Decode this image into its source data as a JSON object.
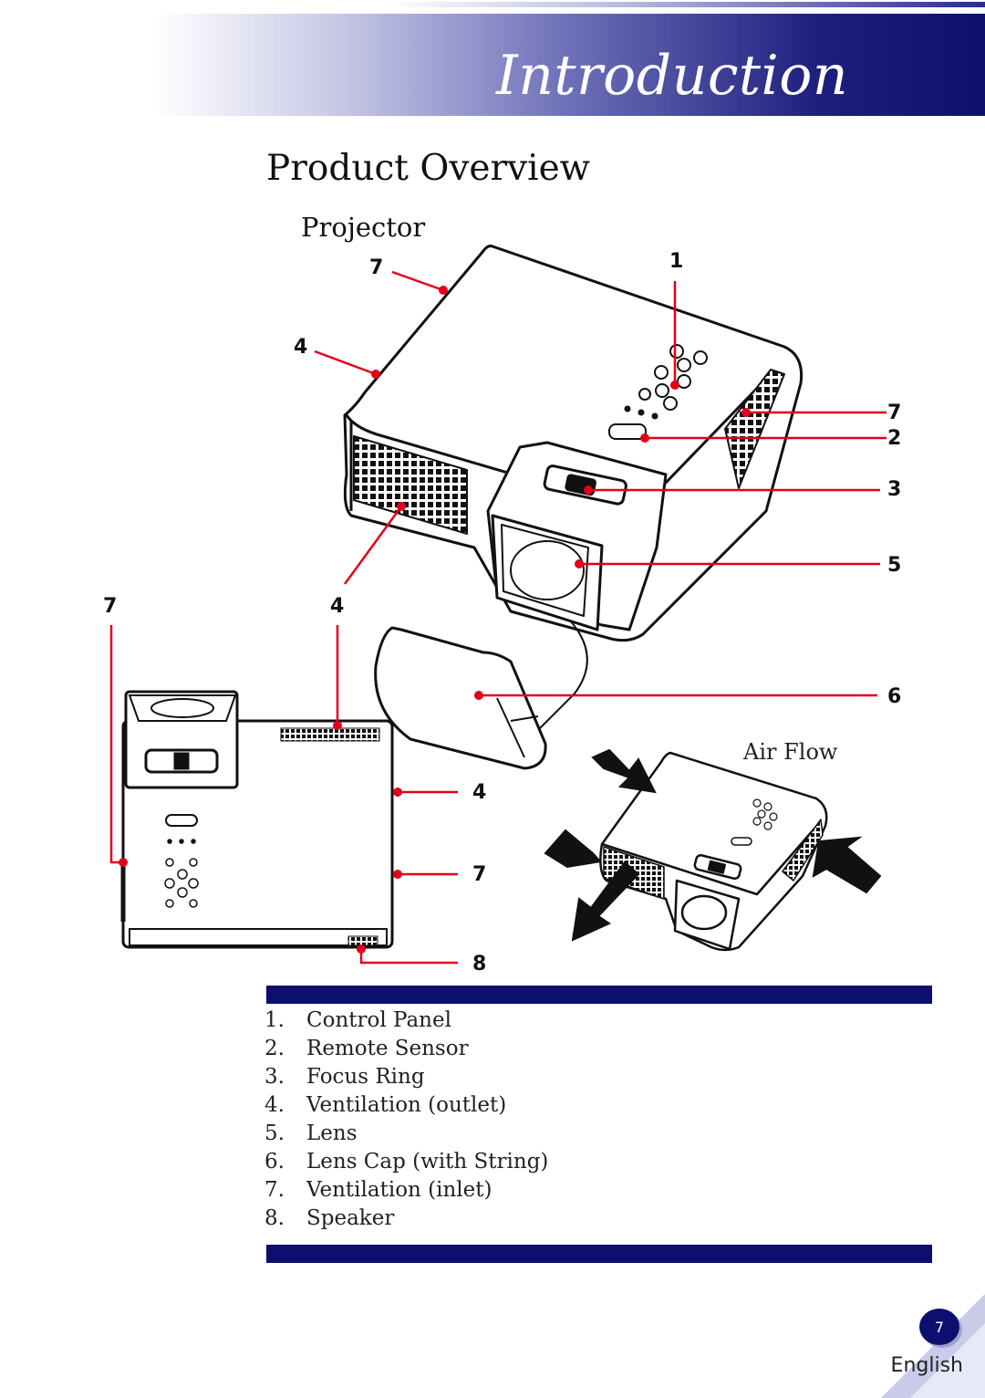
{
  "header": {
    "title": "Introduction"
  },
  "page": {
    "title": "Product Overview",
    "section": "Projector"
  },
  "callouts": {
    "top_7": "7",
    "top_4": "4",
    "top_1": "1",
    "right_7": "7",
    "right_2": "2",
    "right_3": "3",
    "right_5": "5",
    "right_6": "6",
    "left_7": "7",
    "left_4": "4",
    "bottom_4": "4",
    "bottom_7": "7",
    "bottom_8": "8"
  },
  "airflow": {
    "label": "Air Flow"
  },
  "legend": {
    "items": [
      {
        "num": "1.",
        "label": "Control Panel"
      },
      {
        "num": "2.",
        "label": "Remote Sensor"
      },
      {
        "num": "3.",
        "label": "Focus Ring"
      },
      {
        "num": "4.",
        "label": "Ventilation (outlet)"
      },
      {
        "num": "5.",
        "label": "Lens"
      },
      {
        "num": "6.",
        "label": "Lens Cap (with String)"
      },
      {
        "num": "7.",
        "label": "Ventilation (inlet)"
      },
      {
        "num": "8.",
        "label": "Speaker"
      }
    ]
  },
  "footer": {
    "page_number": "7",
    "language": "English"
  },
  "colors": {
    "accent": "#0c0f6e",
    "callout_line": "#e3001b"
  }
}
